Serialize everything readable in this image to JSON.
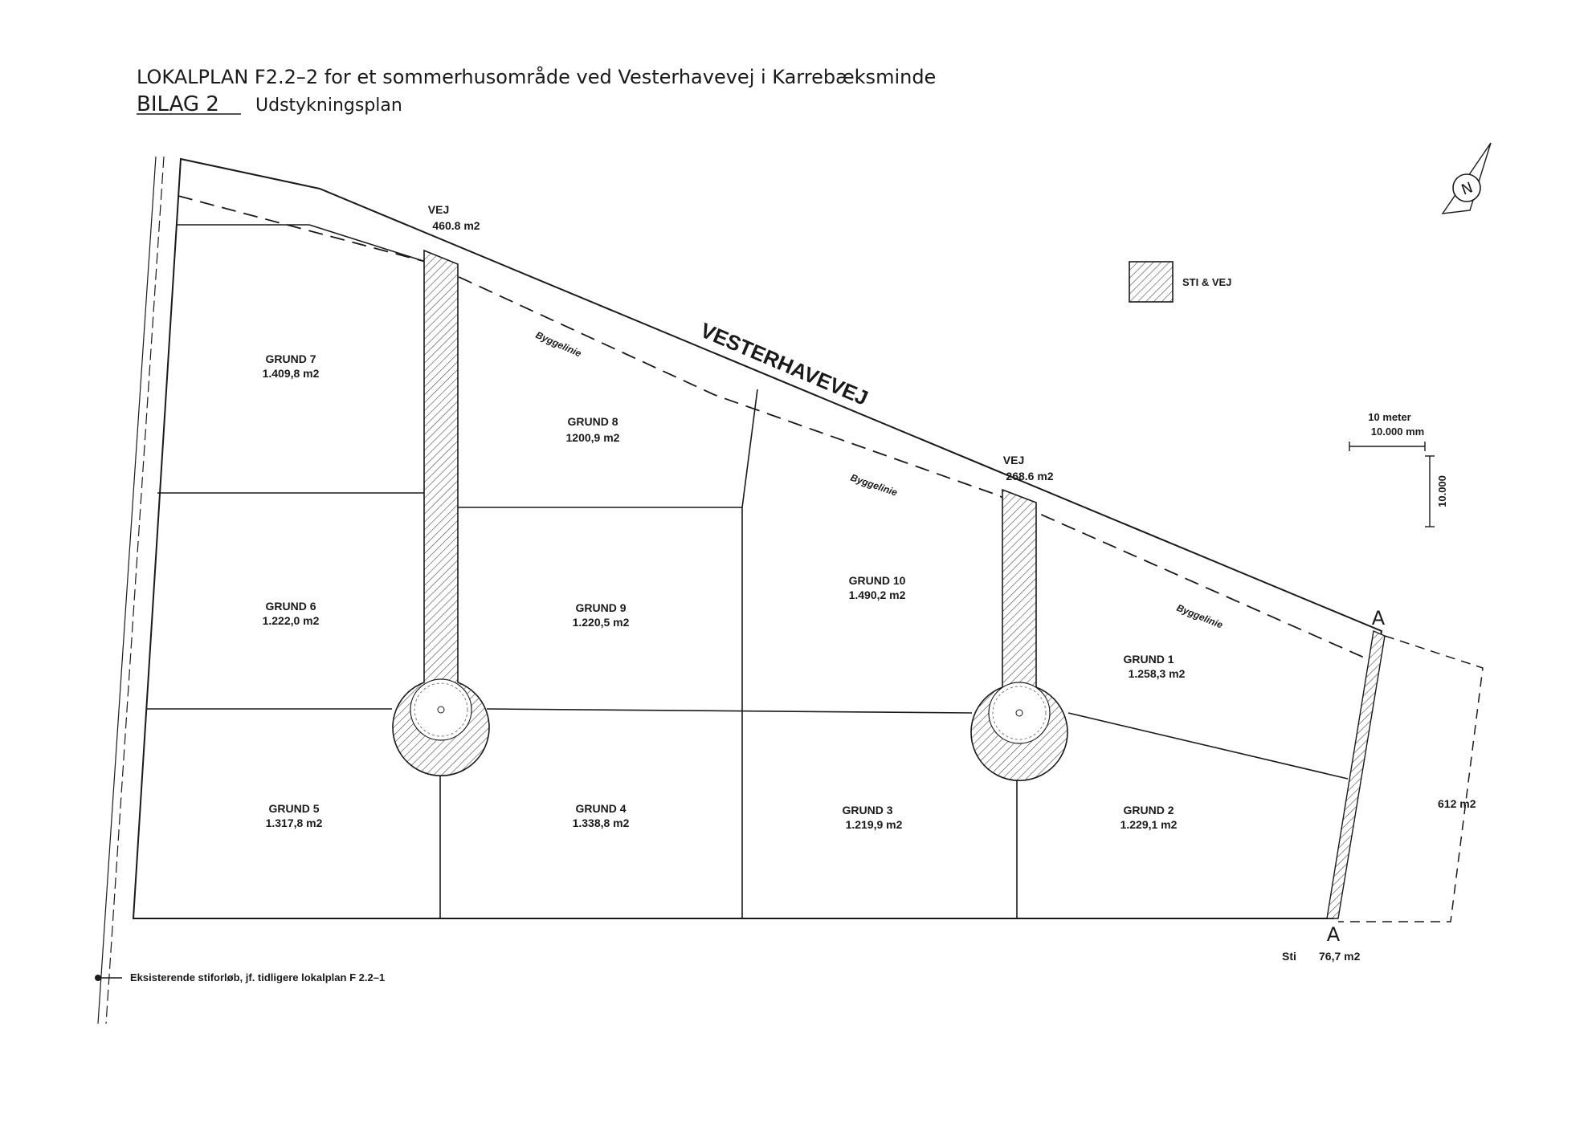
{
  "header": {
    "title": "LOKALPLAN F2.2–2 for et sommerhusområde ved Vesterhavevej i Karrebæksminde",
    "bilag": "BILAG 2",
    "subtitle": "Udstykningsplan"
  },
  "road": {
    "name": "VESTERHAVEVEJ"
  },
  "building_line_label": "Byggelinie",
  "legend": {
    "label": "STI & VEJ"
  },
  "scale": {
    "label_1": "10 meter",
    "label_2": "10.000 mm",
    "vertical": "10.000"
  },
  "north_symbol": "N",
  "plots": [
    {
      "id": "grund-7",
      "name": "GRUND 7",
      "area": "1.409,8 m2"
    },
    {
      "id": "grund-8",
      "name": "GRUND 8",
      "area": "1200,9 m2"
    },
    {
      "id": "grund-6",
      "name": "GRUND 6",
      "area": "1.222,0 m2"
    },
    {
      "id": "grund-9",
      "name": "GRUND 9",
      "area": "1.220,5 m2"
    },
    {
      "id": "grund-10",
      "name": "GRUND 10",
      "area": "1.490,2 m2"
    },
    {
      "id": "grund-1",
      "name": "GRUND 1",
      "area": "1.258,3 m2"
    },
    {
      "id": "grund-5",
      "name": "GRUND 5",
      "area": "1.317,8 m2"
    },
    {
      "id": "grund-4",
      "name": "GRUND 4",
      "area": "1.338,8 m2"
    },
    {
      "id": "grund-3",
      "name": "GRUND 3",
      "area": "1.219,9 m2"
    },
    {
      "id": "grund-2",
      "name": "GRUND 2",
      "area": "1.229,1 m2"
    }
  ],
  "vej": [
    {
      "id": "vej-west",
      "name": "VEJ",
      "area": "460.8 m2"
    },
    {
      "id": "vej-east",
      "name": "VEJ",
      "area": "268.6 m2"
    }
  ],
  "section_marker": "A",
  "sti": {
    "label": "Sti",
    "area": "76,7 m2"
  },
  "extra_area": "612 m2",
  "footnote": "Eksisterende stiforløb, jf. tidligere lokalplan F 2.2–1"
}
